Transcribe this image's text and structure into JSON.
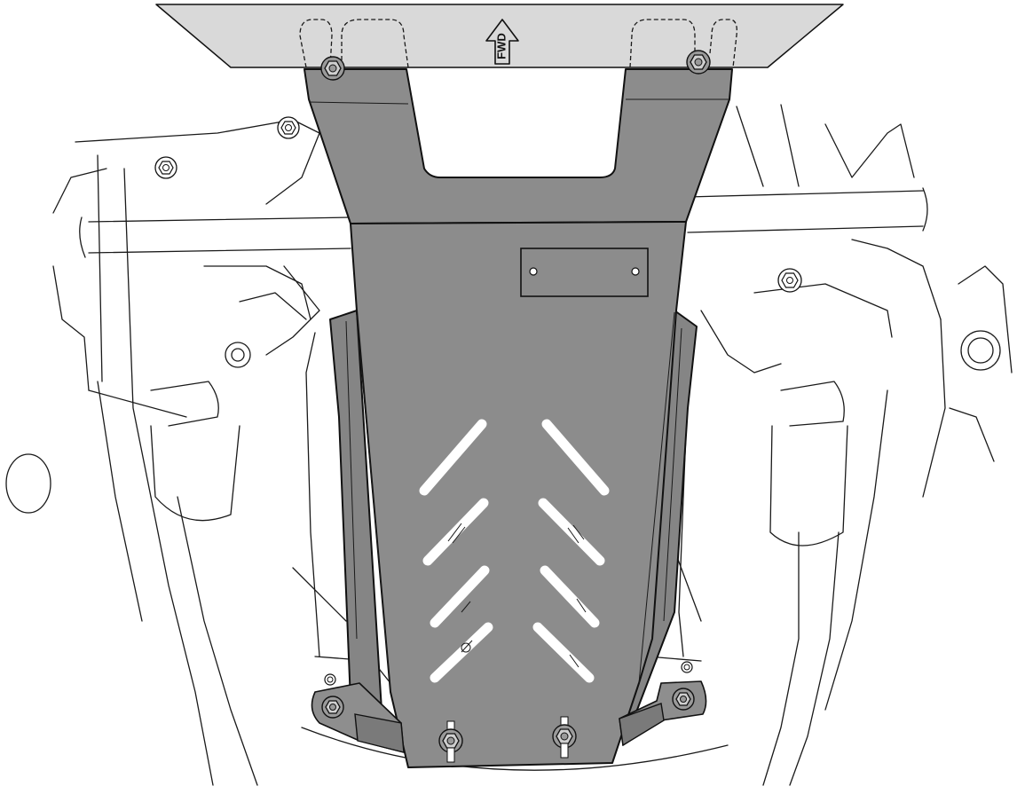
{
  "diagram": {
    "direction_label": "FWD",
    "colors": {
      "upper_plate": "#d9d9d9",
      "skid_plate": "#8c8c8c",
      "side_guard": "#858585",
      "bracket": "#8e8e8e",
      "outline": "#111111"
    },
    "parts": [
      "upper-crossmember-plate",
      "skid-plate-front-section",
      "skid-plate-rear-section",
      "side-guard-left",
      "side-guard-right",
      "mounting-bracket-left",
      "mounting-bracket-right",
      "access-cover"
    ],
    "fasteners": 10
  }
}
